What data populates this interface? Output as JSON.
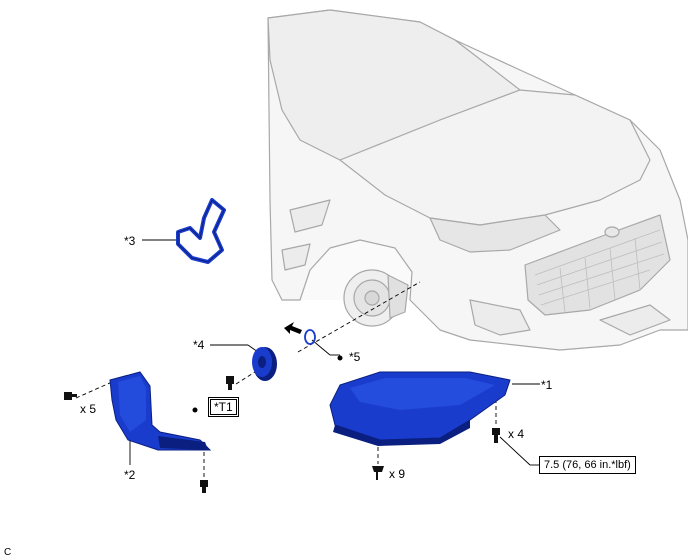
{
  "labels": {
    "part1": "*1",
    "part2": "*2",
    "part3": "*3",
    "part4": "*4",
    "part5": "*5",
    "qty_left_bolts": "x 5",
    "qty_right_bolts": "x 4",
    "qty_center_clips": "x 9",
    "tool_ref": "*T1",
    "torque_spec": "7.5 (76, 66 in.*lbf)",
    "corner_code": "C"
  },
  "colors": {
    "part_fill": "#1a3ccc",
    "part_dark": "#0a1f80",
    "car_line": "#a6a6a6"
  },
  "icons": [
    "arrow-icon",
    "bolt-icon",
    "clip-icon"
  ]
}
